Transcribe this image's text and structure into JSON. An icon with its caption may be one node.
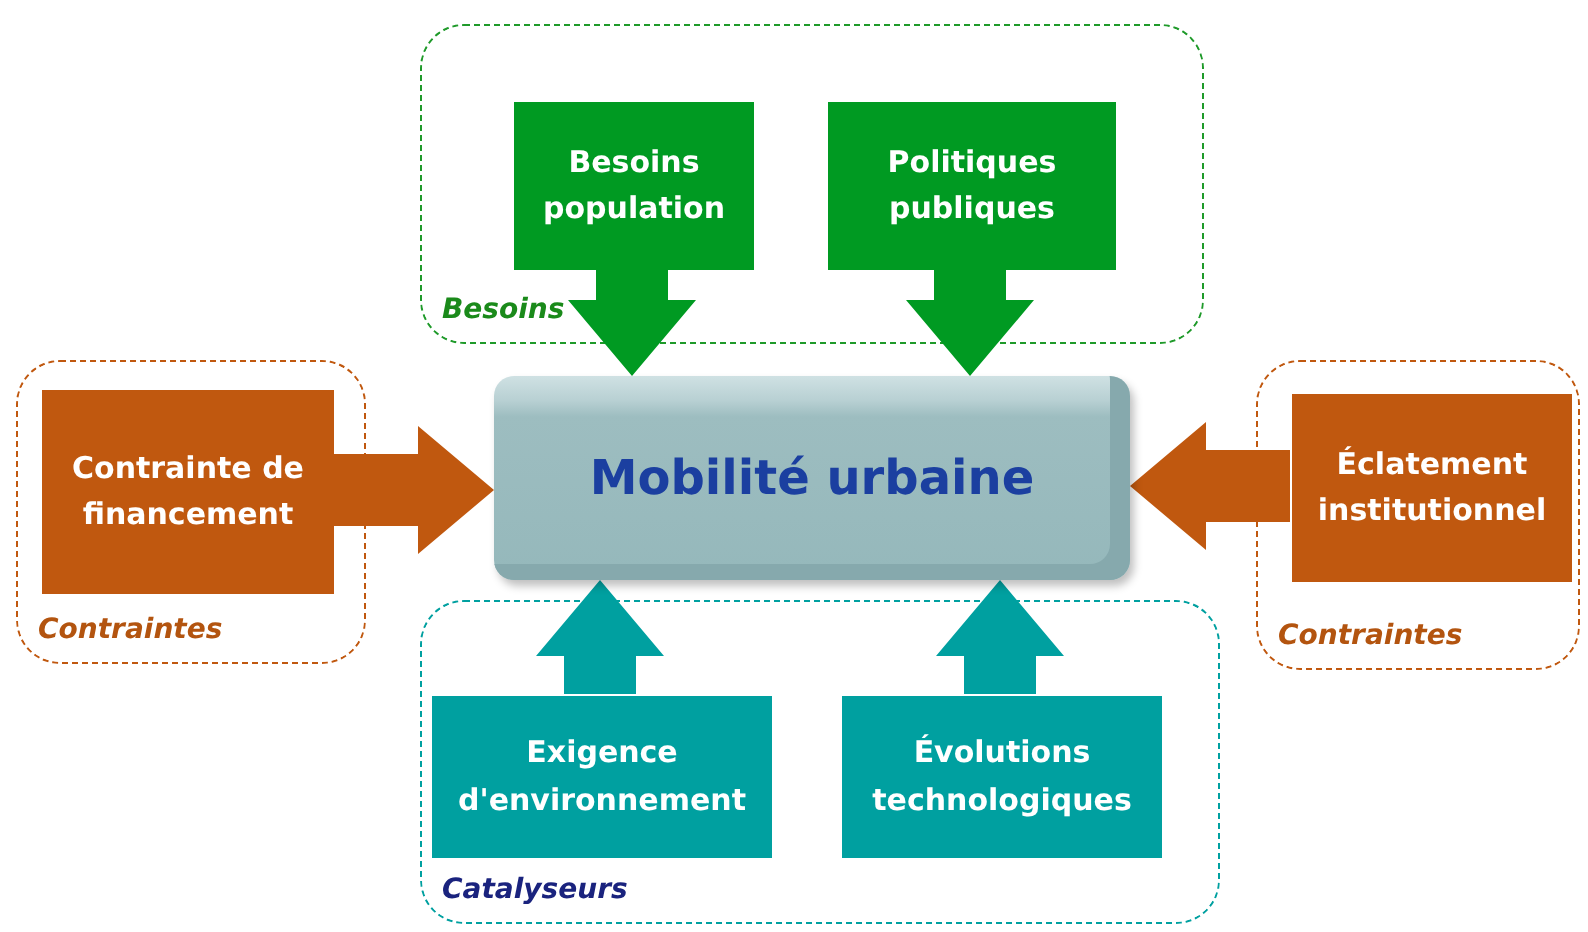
{
  "diagram": {
    "nodes": [
      {
        "text": [
          "Besoins"
        ]
      },
      {
        "text": [
          "Besoins population"
        ],
        "in": 0
      },
      {
        "text": [
          "Politiques publiques"
        ],
        "in": 0
      },
      {
        "text": [
          "Contraintes"
        ]
      },
      {
        "text": [
          "Contrainte de financement"
        ],
        "in": 3
      },
      {
        "text": [
          "Contraintes"
        ]
      },
      {
        "text": [
          "Éclatement institutionnel"
        ],
        "in": 5
      },
      {
        "text": [
          "Catalyseurs"
        ]
      },
      {
        "text": [
          "Exigence d'environnement"
        ],
        "in": 7
      },
      {
        "text": [
          "Évolutions technologiques"
        ],
        "in": 7
      },
      {
        "text": [
          "Mobilité urbaine"
        ]
      }
    ],
    "edges": [
      {
        "from": 1,
        "to": 10,
        "arrow": "to",
        "style": "thick",
        "color": "#009a22"
      },
      {
        "from": 2,
        "to": 10,
        "arrow": "to",
        "style": "thick",
        "color": "#009a22"
      },
      {
        "from": 4,
        "to": 10,
        "arrow": "to",
        "style": "thick",
        "color": "#c0580f"
      },
      {
        "from": 6,
        "to": 10,
        "arrow": "to",
        "style": "thick",
        "color": "#c0580f"
      },
      {
        "from": 8,
        "to": 10,
        "arrow": "to",
        "style": "thick",
        "color": "#00a0a0"
      },
      {
        "from": 9,
        "to": 10,
        "arrow": "to",
        "style": "thick",
        "color": "#00a0a0"
      }
    ]
  }
}
